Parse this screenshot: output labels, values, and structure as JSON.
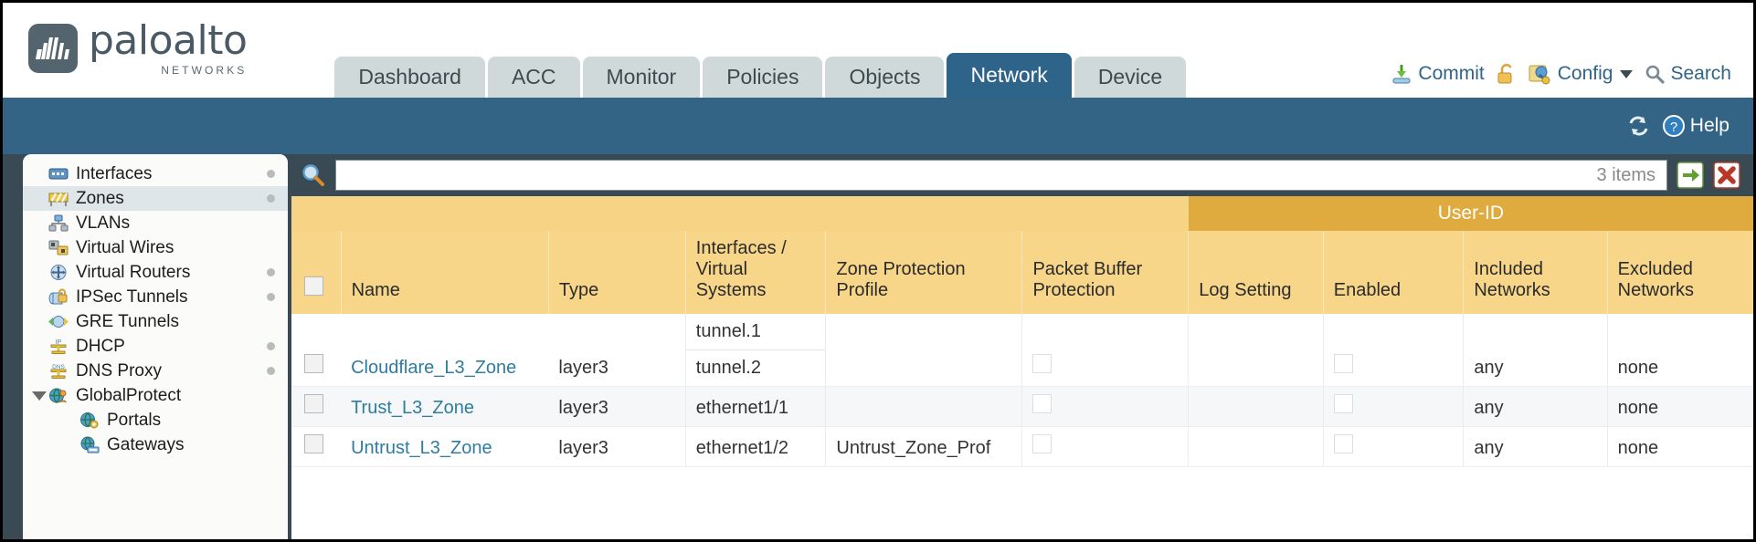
{
  "brand": {
    "name": "paloalto",
    "tagline": "NETWORKS"
  },
  "nav": {
    "tabs": [
      {
        "label": "Dashboard",
        "active": false
      },
      {
        "label": "ACC",
        "active": false
      },
      {
        "label": "Monitor",
        "active": false
      },
      {
        "label": "Policies",
        "active": false
      },
      {
        "label": "Objects",
        "active": false
      },
      {
        "label": "Network",
        "active": true
      },
      {
        "label": "Device",
        "active": false
      }
    ],
    "commit": "Commit",
    "config": "Config",
    "search": "Search"
  },
  "subbar": {
    "help": "Help"
  },
  "sidebar": {
    "items": [
      {
        "label": "Interfaces",
        "icon": "interfaces-icon",
        "selected": false,
        "dot": true,
        "child": false,
        "expander": false
      },
      {
        "label": "Zones",
        "icon": "zones-icon",
        "selected": true,
        "dot": true,
        "child": false,
        "expander": false
      },
      {
        "label": "VLANs",
        "icon": "vlans-icon",
        "selected": false,
        "dot": false,
        "child": false,
        "expander": false
      },
      {
        "label": "Virtual Wires",
        "icon": "virtual-wires-icon",
        "selected": false,
        "dot": false,
        "child": false,
        "expander": false
      },
      {
        "label": "Virtual Routers",
        "icon": "virtual-routers-icon",
        "selected": false,
        "dot": true,
        "child": false,
        "expander": false
      },
      {
        "label": "IPSec Tunnels",
        "icon": "ipsec-tunnels-icon",
        "selected": false,
        "dot": true,
        "child": false,
        "expander": false
      },
      {
        "label": "GRE Tunnels",
        "icon": "gre-tunnels-icon",
        "selected": false,
        "dot": false,
        "child": false,
        "expander": false
      },
      {
        "label": "DHCP",
        "icon": "dhcp-icon",
        "selected": false,
        "dot": true,
        "child": false,
        "expander": false
      },
      {
        "label": "DNS Proxy",
        "icon": "dns-proxy-icon",
        "selected": false,
        "dot": true,
        "child": false,
        "expander": false
      },
      {
        "label": "GlobalProtect",
        "icon": "globalprotect-icon",
        "selected": false,
        "dot": false,
        "child": false,
        "expander": true
      },
      {
        "label": "Portals",
        "icon": "portals-icon",
        "selected": false,
        "dot": false,
        "child": true,
        "expander": false
      },
      {
        "label": "Gateways",
        "icon": "gateways-icon",
        "selected": false,
        "dot": false,
        "child": true,
        "expander": false
      }
    ]
  },
  "filter": {
    "value": "",
    "placeholder": "",
    "item_count": "3 items",
    "apply_title": "Apply Filter",
    "clear_title": "Clear Filter"
  },
  "table": {
    "group_header": "User-ID",
    "columns": [
      "Name",
      "Type",
      "Interfaces / Virtual Systems",
      "Zone Protection Profile",
      "Packet Buffer Protection",
      "Log Setting",
      "Enabled",
      "Included Networks",
      "Excluded Networks"
    ],
    "rows": [
      {
        "selected": false,
        "name": "Cloudflare_L3_Zone",
        "type": "layer3",
        "interfaces": [
          "tunnel.1",
          "tunnel.2"
        ],
        "zone_protection_profile": "",
        "packet_buffer_protection": false,
        "log_setting": "",
        "userid_enabled": false,
        "included_networks": "any",
        "excluded_networks": "none"
      },
      {
        "selected": false,
        "name": "Trust_L3_Zone",
        "type": "layer3",
        "interfaces": [
          "ethernet1/1"
        ],
        "zone_protection_profile": "",
        "packet_buffer_protection": false,
        "log_setting": "",
        "userid_enabled": false,
        "included_networks": "any",
        "excluded_networks": "none"
      },
      {
        "selected": false,
        "name": "Untrust_L3_Zone",
        "type": "layer3",
        "interfaces": [
          "ethernet1/2"
        ],
        "zone_protection_profile": "Untrust_Zone_Prof",
        "packet_buffer_protection": false,
        "log_setting": "",
        "userid_enabled": false,
        "included_networks": "any",
        "excluded_networks": "none"
      }
    ]
  },
  "colors": {
    "brand_dark": "#54646e",
    "tab_active": "#2e6489",
    "tab_inactive": "#cfd9da",
    "band_blue": "#336485",
    "body_slate": "#3a4a54",
    "header_amber": "#f7d68a",
    "group_amber": "#e0ab3e",
    "link_blue": "#2e7ca0"
  }
}
